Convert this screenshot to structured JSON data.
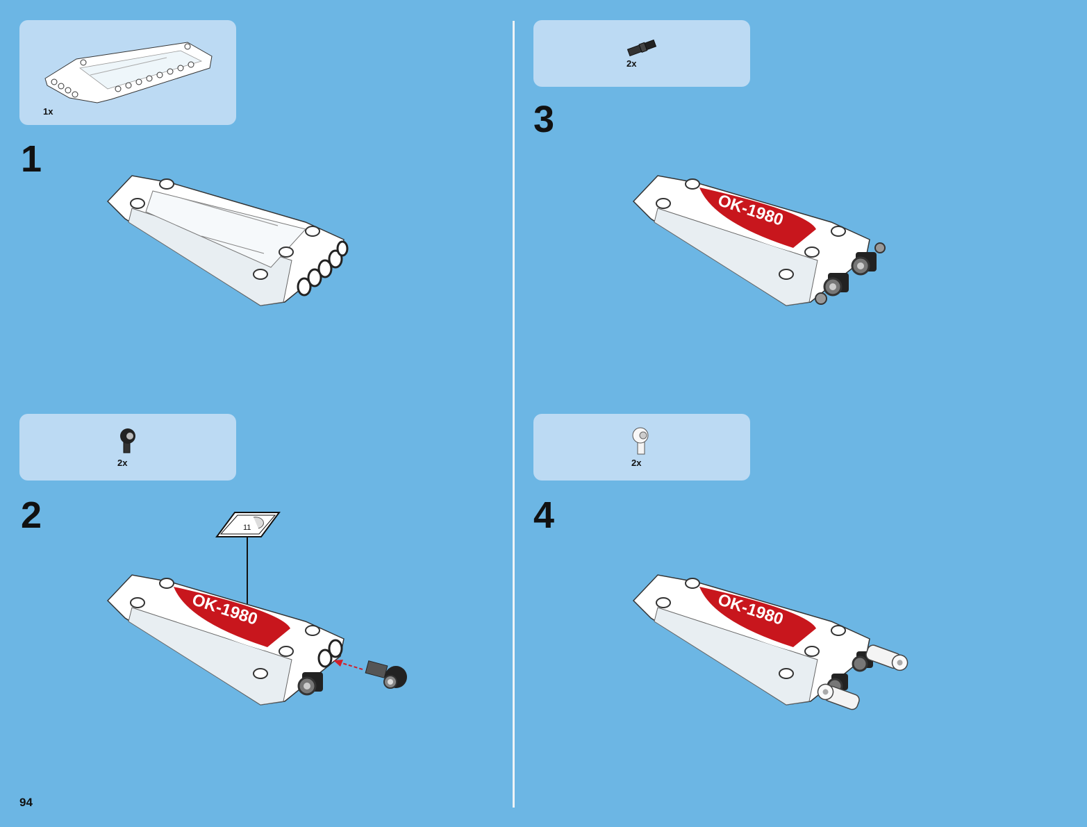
{
  "page_number": "94",
  "steps": [
    {
      "number": "1",
      "parts": [
        {
          "name": "white-panel-part-icon",
          "qty": "1x"
        }
      ]
    },
    {
      "number": "2",
      "parts": [
        {
          "name": "black-axle-connector-part-icon",
          "qty": "2x"
        }
      ],
      "callout": {
        "sticker_number": "11",
        "sticker_text": "OK-1980"
      }
    },
    {
      "number": "3",
      "parts": [
        {
          "name": "black-axle-pin-part-icon",
          "qty": "2x"
        }
      ],
      "sticker_text": "OK-1980"
    },
    {
      "number": "4",
      "parts": [
        {
          "name": "white-axle-connector-part-icon",
          "qty": "2x"
        }
      ],
      "sticker_text": "OK-1980"
    }
  ],
  "colors": {
    "background": "#6cb6e4",
    "parts_box": "#bcdaf3",
    "sticker_red": "#c8161d",
    "arrow_red": "#d0202a"
  }
}
